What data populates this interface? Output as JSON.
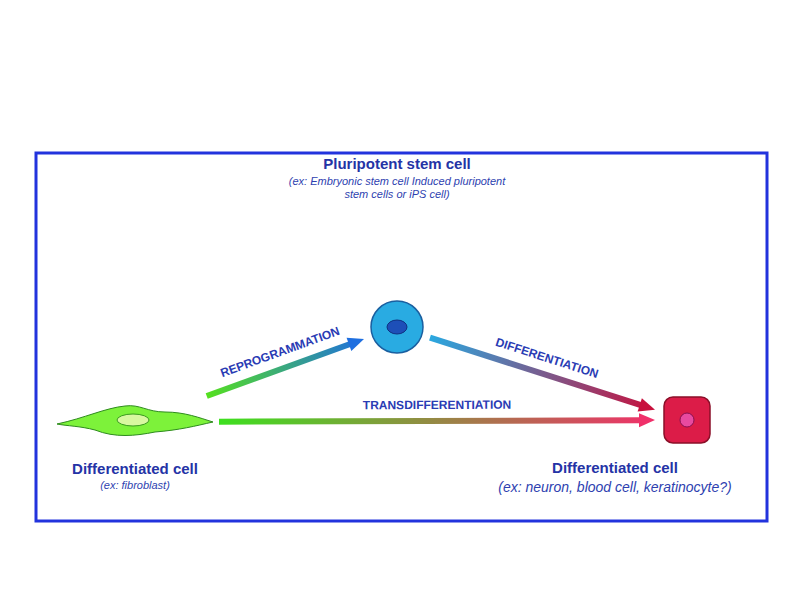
{
  "diagram": {
    "nodes": [
      {
        "text": [
          "Pluripotent stem cell",
          "(ex: Embryonic stem cell Induced pluripotent stem cells or iPS cell)"
        ]
      },
      {
        "text": [
          "Differentiated cell",
          "(ex: fibroblast)"
        ]
      },
      {
        "text": [
          "Differentiated cell",
          "(ex: neuron, blood cell, keratinocyte?)"
        ]
      }
    ],
    "edges": [
      {
        "from": 1,
        "to": 0,
        "label": "REPROGRAMMATION",
        "arrow": "to"
      },
      {
        "from": 0,
        "to": 2,
        "label": "DIFFERENTIATION",
        "arrow": "to"
      },
      {
        "from": 1,
        "to": 2,
        "label": "TRANSDIFFERENTIATION",
        "arrow": "to"
      }
    ]
  }
}
